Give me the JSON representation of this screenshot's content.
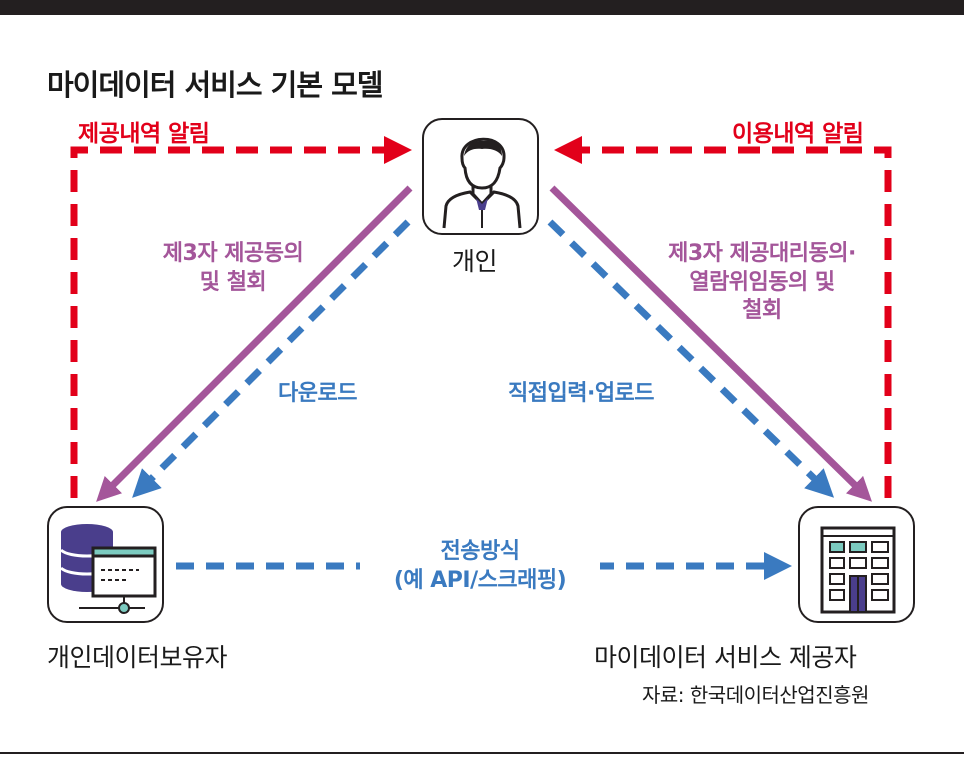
{
  "title": "마이데이터 서비스 기본 모델",
  "nodes": {
    "person": "개인",
    "holder": "개인데이터보유자",
    "provider": "마이데이터 서비스 제공자"
  },
  "edges": {
    "provide_notice": "제공내역 알림",
    "usage_notice": "이용내역 알림",
    "consent_left_1": "제3자 제공동의",
    "consent_left_2": "및 철회",
    "consent_right_1": "제3자 제공대리동의·",
    "consent_right_2": "열람위임동의 및",
    "consent_right_3": "철회",
    "download": "다운로드",
    "direct_input": "직접입력·업로드",
    "transfer_1": "전송방식",
    "transfer_2": "(예 API/스크래핑)"
  },
  "source": "자료: 한국데이터산업진흥원",
  "colors": {
    "red": "#e2001a",
    "purple": "#a4569a",
    "blue": "#3a7ac0",
    "dark": "#231f20"
  }
}
